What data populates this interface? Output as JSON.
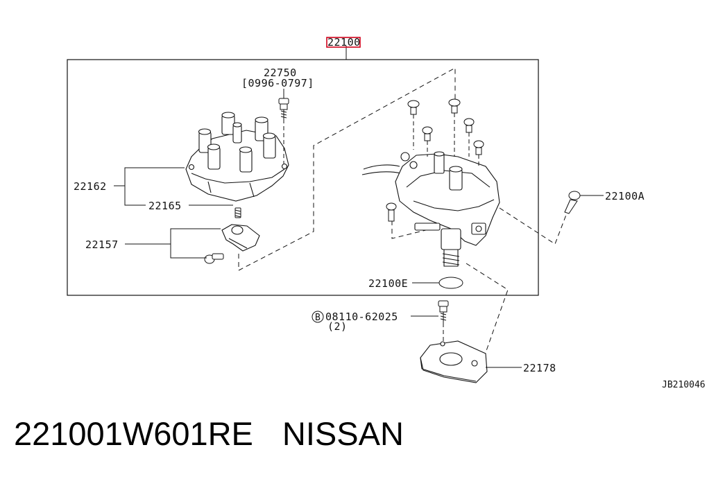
{
  "diagram": {
    "assembly_label": "22100",
    "highlight_color": "#d0021b",
    "callouts": {
      "cap_screw": "22750",
      "cap_screw_range": "[0996-0797]",
      "cap": "22162",
      "rotor_screw": "22165",
      "rotor_head": "22157",
      "side_bolt": "22100A",
      "o_ring": "22100E",
      "bolt_code_prefix": "B",
      "bolt": "08110-62025",
      "bolt_qty": "(2)",
      "bracket": "22178"
    },
    "figure_id": "JB210046"
  },
  "footer": {
    "part_number": "221001W601RE",
    "brand": "NISSAN"
  }
}
